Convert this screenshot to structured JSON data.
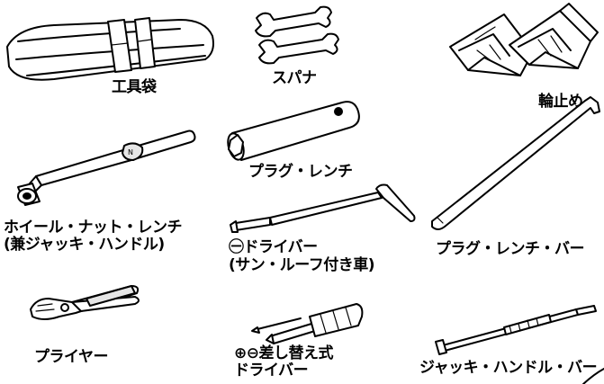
{
  "tools": {
    "tool_bag": "工具袋",
    "spanner": "スパナ",
    "wheel_chock": "輪止め",
    "plug_wrench": "プラグ・レンチ",
    "wheel_nut_wrench_line1": "ホイール・ナット・レンチ",
    "wheel_nut_wrench_line2": "(兼ジャッキ・ハンドル)",
    "minus_driver_line1": "㊀ドライバー",
    "minus_driver_line2": "(サン・ルーフ付き車)",
    "plug_wrench_bar": "プラグ・レンチ・バー",
    "pliers": "プライヤー",
    "replaceable_driver_line1": "⊕⊖差し替え式",
    "replaceable_driver_line2": "ドライバー",
    "jack_handle_bar": "ジャッキ・ハンドル・バー"
  }
}
